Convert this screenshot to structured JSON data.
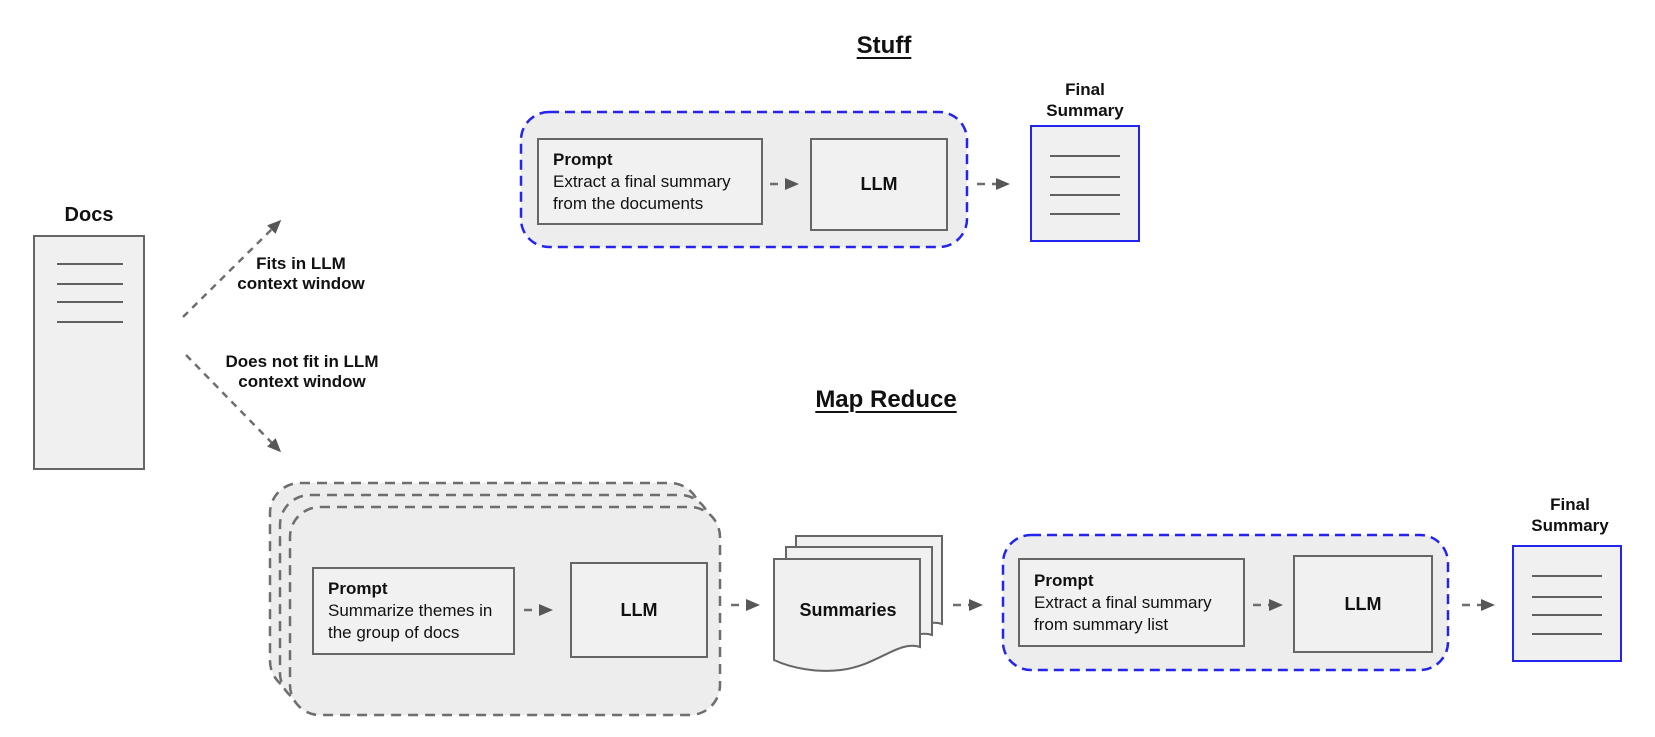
{
  "colors": {
    "accent_blue": "#2424ef",
    "box_border": "#666666",
    "container_fill": "#ededed",
    "box_fill": "#f1f1f1",
    "doc_fill": "#f0f0f0",
    "arrow_gray": "#6e6e6e",
    "arrowhead_gray": "#575757",
    "doc_line": "#606060",
    "text_black": "#111111"
  },
  "input": {
    "docs_label": "Docs"
  },
  "branches": {
    "fits": {
      "line1": "Fits in LLM",
      "line2": "context window"
    },
    "not_fit": {
      "line1": "Does not fit in LLM",
      "line2": "context window"
    }
  },
  "stuff": {
    "title": "Stuff",
    "prompt": {
      "heading": "Prompt",
      "line1": "Extract a final summary",
      "line2": "from the documents"
    },
    "llm_label": "LLM",
    "output": {
      "line1": "Final",
      "line2": "Summary"
    }
  },
  "map_reduce": {
    "title": "Map Reduce",
    "map_prompt": {
      "heading": "Prompt",
      "line1": "Summarize themes in",
      "line2": "the group of docs"
    },
    "map_llm_label": "LLM",
    "summaries_label": "Summaries",
    "reduce_prompt": {
      "heading": "Prompt",
      "line1": "Extract a final summary",
      "line2": "from summary list"
    },
    "reduce_llm_label": "LLM",
    "output": {
      "line1": "Final",
      "line2": "Summary"
    }
  }
}
